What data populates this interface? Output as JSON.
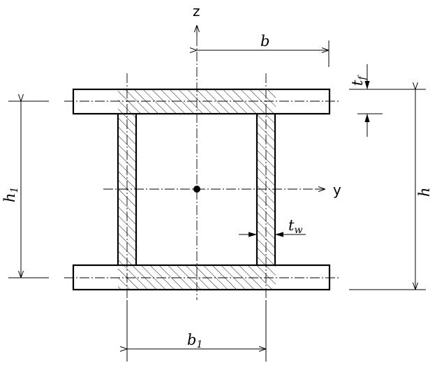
{
  "axes": {
    "z": "z",
    "y": "y"
  },
  "dimensions": {
    "b": "b",
    "b1": {
      "main": "b",
      "sub": "1"
    },
    "h": "h",
    "h1": {
      "main": "h",
      "sub": "1"
    },
    "tf": {
      "main": "t",
      "sub": "f"
    },
    "tw": {
      "main": "t",
      "sub": "w"
    }
  }
}
